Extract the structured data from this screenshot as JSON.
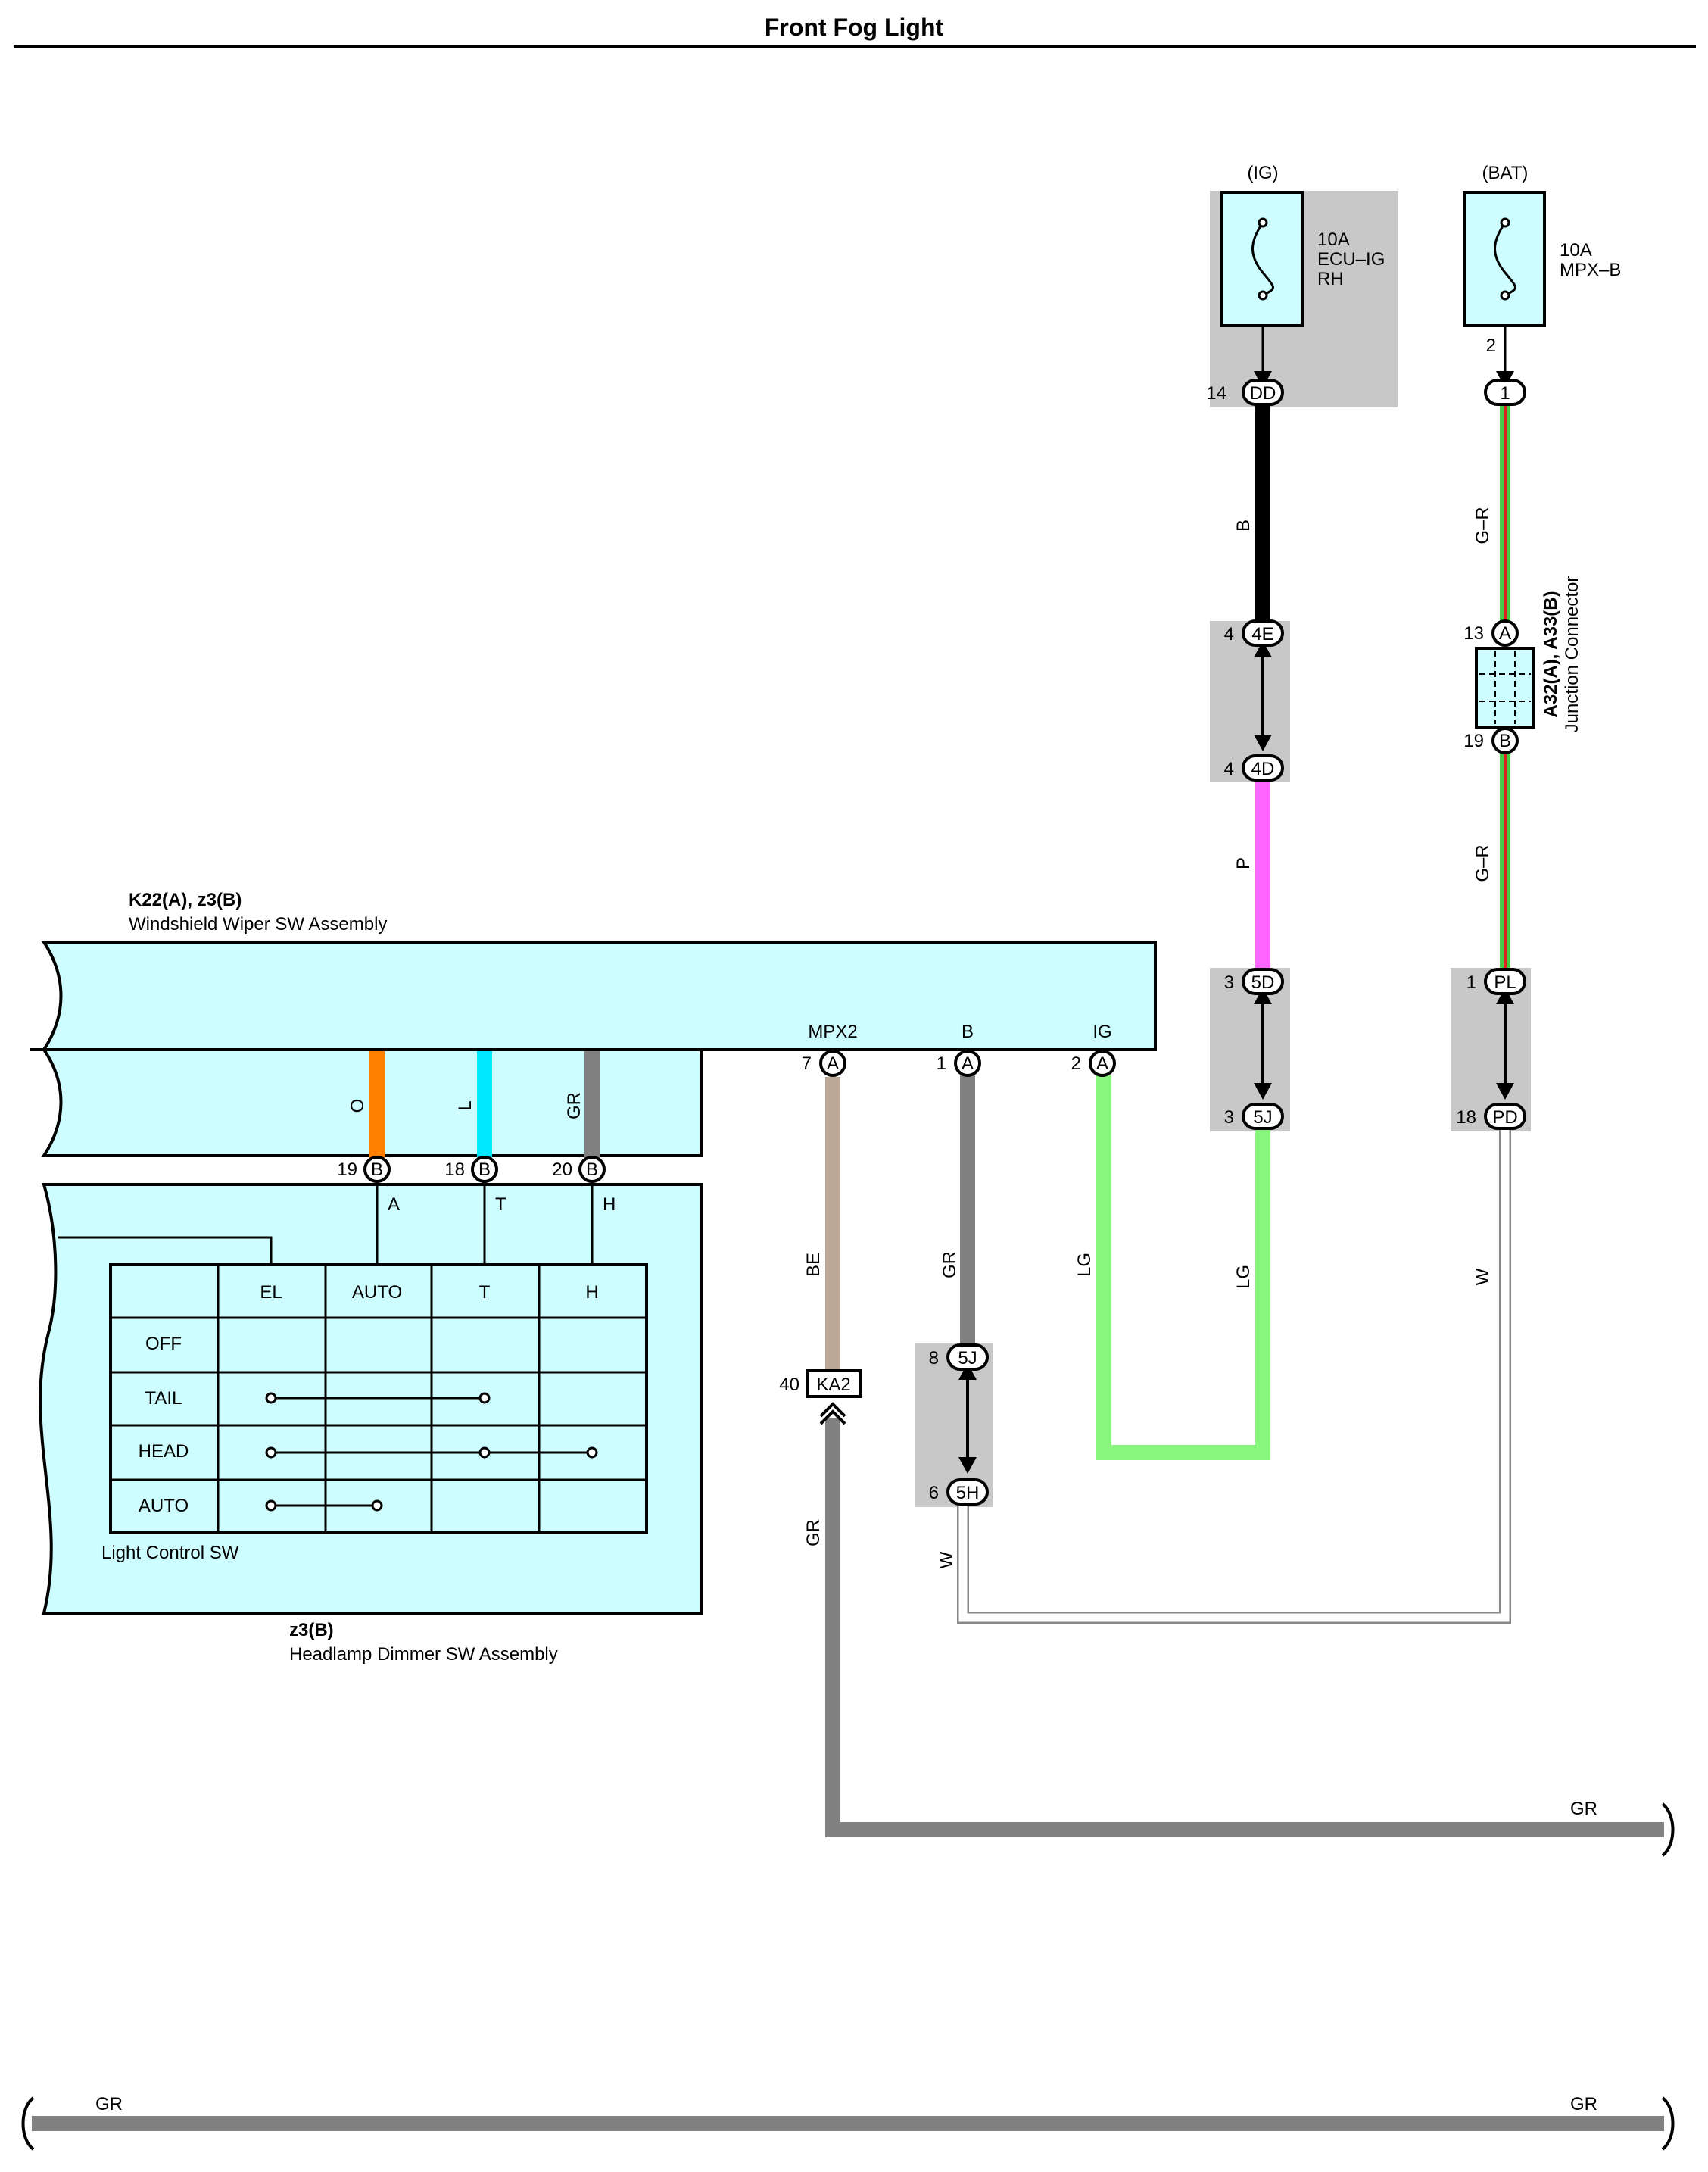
{
  "title": "Front Fog Light",
  "colors": {
    "assembly_fill": "#cdfdfe",
    "junction_gray": "#c8c8c8",
    "B": "#000000",
    "P": "#ff66ff",
    "G_R_green": "#44cc44",
    "G_R_red": "#dd2222",
    "LG": "#88f57c",
    "W": "#ffffff",
    "GR": "#808080",
    "BE": "#bca897",
    "O": "#ff7f00",
    "L": "#00e8ff"
  },
  "fuses": {
    "ig": {
      "supply": "(IG)",
      "rating": "10A",
      "name_line1": "ECU–IG",
      "name_line2": "RH",
      "pin_in": "14",
      "conn": "DD"
    },
    "bat": {
      "supply": "(BAT)",
      "rating": "10A",
      "name": "MPX–B",
      "pin_out": "2",
      "conn": "1"
    }
  },
  "junctions": {
    "j4e": {
      "pin": "4",
      "code": "4E"
    },
    "j4d": {
      "pin": "4",
      "code": "4D"
    },
    "j5d": {
      "pin": "3",
      "code": "5D"
    },
    "j5j_top": {
      "pin": "3",
      "code": "5J"
    },
    "jpl": {
      "pin": "1",
      "code": "PL"
    },
    "jpd": {
      "pin": "18",
      "code": "PD"
    },
    "j5j": {
      "pin": "8",
      "code": "5J"
    },
    "j5h": {
      "pin": "6",
      "code": "5H"
    }
  },
  "junction_connector": {
    "label_line1": "A32(A), A33(B)",
    "label_line2": "Junction Connector",
    "pin_a": "13",
    "conn_a": "A",
    "pin_b": "19",
    "conn_b": "B"
  },
  "wire_labels": {
    "b_main": "B",
    "p": "P",
    "gr_top": "G–R",
    "gr_bottom": "G–R",
    "lg_right": "LG",
    "lg_left": "LG",
    "w_right": "W",
    "w_bottom": "W",
    "be": "BE",
    "gr_mid": "GR",
    "gr_low": "GR",
    "gr_run": "GR",
    "gr_bottom_left": "GR",
    "gr_bottom_right": "GR",
    "o": "O",
    "l": "L",
    "gr_sw": "GR"
  },
  "wiper_assembly": {
    "code": "K22(A), z3(B)",
    "name": "Windshield Wiper SW Assembly",
    "terminals": [
      {
        "name": "MPX2",
        "pin": "7",
        "conn": "A"
      },
      {
        "name": "B",
        "pin": "1",
        "conn": "A"
      },
      {
        "name": "IG",
        "pin": "2",
        "conn": "A"
      }
    ],
    "sw_pins": [
      {
        "pin": "19",
        "conn": "B",
        "signal": "A"
      },
      {
        "pin": "18",
        "conn": "B",
        "signal": "T"
      },
      {
        "pin": "20",
        "conn": "B",
        "signal": "H"
      }
    ]
  },
  "dimmer_assembly": {
    "code": "z3(B)",
    "name": "Headlamp Dimmer SW Assembly",
    "switch_name": "Light Control SW",
    "table": {
      "columns": [
        "EL",
        "AUTO",
        "T",
        "H"
      ],
      "rows": [
        "OFF",
        "TAIL",
        "HEAD",
        "AUTO"
      ]
    }
  },
  "ka2": {
    "pin": "40",
    "code": "KA2"
  }
}
